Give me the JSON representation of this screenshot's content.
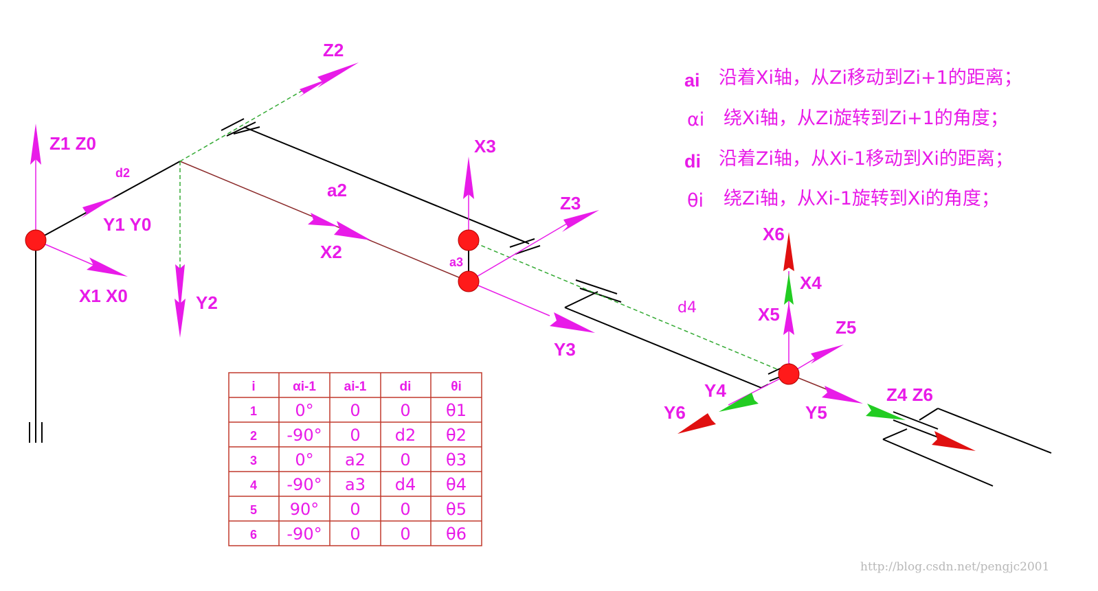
{
  "axis_labels": {
    "z1z0": "Z1 Z0",
    "y1y0": "Y1 Y0",
    "x1x0": "X1 X0",
    "d2": "d2",
    "z2": "Z2",
    "y2": "Y2",
    "a2": "a2",
    "x2": "X2",
    "x3": "X3",
    "z3": "Z3",
    "a3": "a3",
    "y3": "Y3",
    "d4": "d4",
    "x6": "X6",
    "x4": "X4",
    "x5": "X5",
    "z5": "Z5",
    "y4": "Y4",
    "y6": "Y6",
    "y5": "Y5",
    "z4z6": "Z4 Z6"
  },
  "definitions": [
    {
      "sym": "ai",
      "text": "沿着Xi轴，从Zi移动到Zi+1的距离；"
    },
    {
      "sym": "αi",
      "text": "绕Xi轴，从Zi旋转到Zi+1的角度；"
    },
    {
      "sym": "di",
      "text": "沿着Zi轴，从Xi-1移动到Xi的距离；"
    },
    {
      "sym": "θi",
      "text": "绕Zi轴，从Xi-1旋转到Xi的角度；"
    }
  ],
  "table": {
    "headers": [
      "i",
      "αi-1",
      "ai-1",
      "di",
      "θi"
    ],
    "rows": [
      [
        "1",
        "0°",
        "0",
        "0",
        "θ1"
      ],
      [
        "2",
        "-90°",
        "0",
        "d2",
        "θ2"
      ],
      [
        "3",
        "0°",
        "a2",
        "0",
        "θ3"
      ],
      [
        "4",
        "-90°",
        "a3",
        "d4",
        "θ4"
      ],
      [
        "5",
        "90°",
        "0",
        "0",
        "θ5"
      ],
      [
        "6",
        "-90°",
        "0",
        "0",
        "θ6"
      ]
    ]
  },
  "watermark": "http://blog.csdn.net/pengjc2001",
  "colors": {
    "axis": "#e81be8",
    "joint": "#ff1a1a",
    "link": "#000000",
    "table_border": "#c0392b",
    "guide": "#33aa33",
    "red_axis": "#e01010",
    "green_axis": "#22cc22"
  }
}
